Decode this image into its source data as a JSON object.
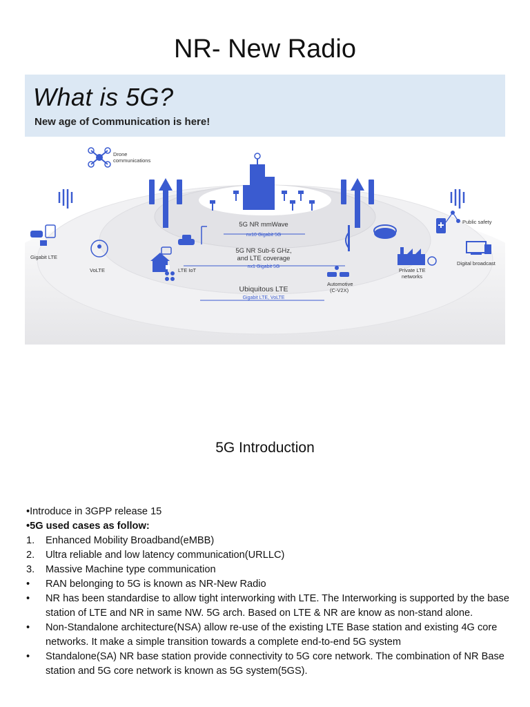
{
  "page": {
    "title": "NR- New Radio",
    "section_title": "5G Introduction"
  },
  "figure": {
    "banner_title": "What is 5G?",
    "banner_subtitle": "New age of Communication is here!",
    "labels": {
      "drone": [
        "Drone",
        "communications"
      ],
      "gigabit_lte": "Gigabit LTE",
      "volte": "VoLTE",
      "lte_iot": "LTE IoT",
      "mmwave": "5G NR mmWave",
      "mmwave_sub": "nx10 Gigabit 5G",
      "sub6": [
        "5G NR Sub-6 GHz,",
        "and LTE coverage"
      ],
      "sub6_sub": "nx1 Gigabit 5G",
      "ubiquitous": "Ubiquitous LTE",
      "ubiquitous_sub": "Gigabit LTE, VoLTE",
      "automotive": [
        "Automotive",
        "(C-V2X)"
      ],
      "private_lte": [
        "Private LTE",
        "networks"
      ],
      "public_safety": "Public safety",
      "digital_broadcast": "Digital broadcast"
    },
    "colors": {
      "accent": "#3a5bd0",
      "banner": "#dce8f4"
    }
  },
  "content": {
    "intro": "•Introduce in 3GPP release 15",
    "use_cases_heading": "•5G used cases as follow:",
    "numbered": [
      {
        "num": "1.",
        "text": "Enhanced Mobility Broadband(eMBB)"
      },
      {
        "num": "2.",
        "text": "Ultra reliable and low latency communication(URLLC)"
      },
      {
        "num": "3.",
        "text": "Massive Machine type communication"
      }
    ],
    "bullets": [
      {
        "mark": "•",
        "text": "RAN belonging to 5G is known as NR-New Radio"
      },
      {
        "mark": "•",
        "text": "NR has been standardise to allow tight interworking with LTE. The Interworking is supported by the base station of LTE and NR in same NW. 5G arch. Based on LTE & NR are know as non-stand alone."
      },
      {
        "mark": "•",
        "text": "Non-Standalone architecture(NSA) allow re-use of the existing LTE Base station and existing 4G core networks. It make a simple transition towards a complete end-to-end 5G system"
      },
      {
        "mark": "•",
        "text": "Standalone(SA) NR base station provide connectivity to 5G core network. The combination of NR Base station and 5G core network  is known as 5G system(5GS)."
      }
    ]
  }
}
